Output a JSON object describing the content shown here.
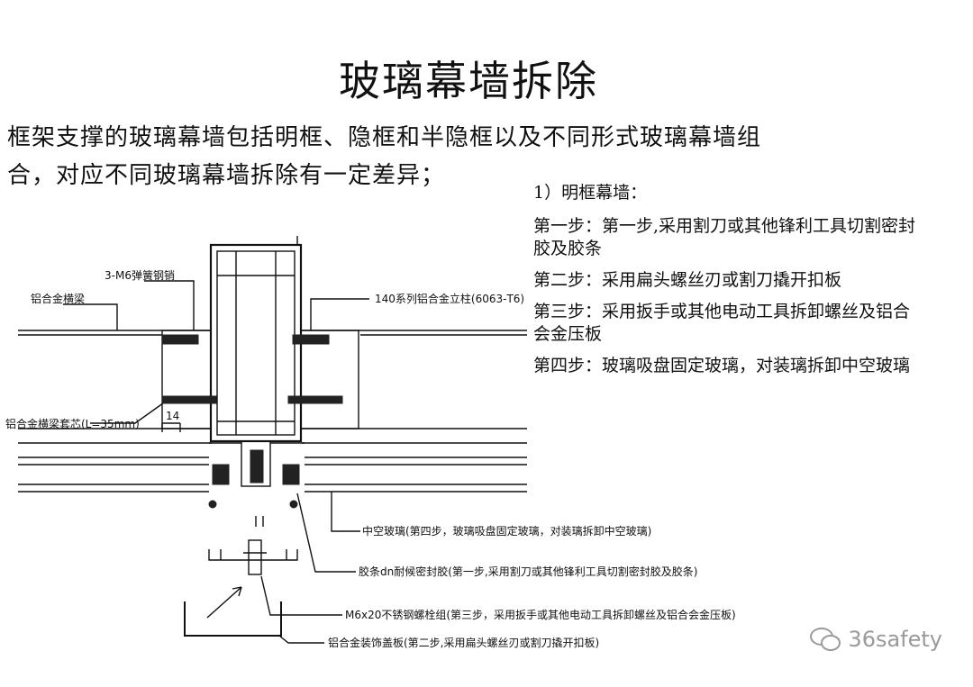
{
  "title": "玻璃幕墙拆除",
  "intro": "框架支撑的玻璃幕墙包括明框、隐框和半隐框以及不同形式玻璃幕墙组合，对应不同玻璃幕墙拆除有一定差异；",
  "steps": {
    "heading": "1）明框幕墙：",
    "items": [
      "第一步：第一步,采用割刀或其他锋利工具切割密封胶及胶条",
      "第二步：采用扁头螺丝刃或割刀撬开扣板",
      "第三步：采用扳手或其他电动工具拆卸螺丝及铝合会金压板",
      "第四步：玻璃吸盘固定玻璃，对装璃拆卸中空玻璃"
    ]
  },
  "drawing": {
    "labels": {
      "pin": "3-M6弹簧钢销",
      "beam": "铝合金横梁",
      "column": "140系列铝合金立柱(6063-T6)",
      "sleeve": "铝合金横梁套芯(L=35mm)",
      "dim": "14",
      "glass": "中空玻璃(第四步，玻璃吸盘固定玻璃，对装璃拆卸中空玻璃)",
      "gasket": "胶条dn耐候密封胶(第一步,采用割刀或其他锋利工具切割密封胶及胶条)",
      "bolt": "M6x20不锈钢螺栓组(第三步，采用扳手或其他电动工具拆卸螺丝及铝合会金压板)",
      "cover": "铝合金装饰盖板(第二步,采用扁头螺丝刃或割刀撬开扣板)"
    }
  },
  "watermark": "36safety"
}
